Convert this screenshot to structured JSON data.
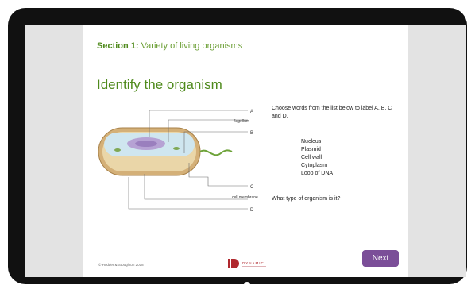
{
  "slide": {
    "section_prefix": "Section 1:",
    "section_title": "Variety of living organisms",
    "heading": "Identify the organism",
    "instructions": "Choose words from the list below to label A, B, C and D.",
    "word_list": [
      "Nucleus",
      "Plasmid",
      "Cell wall",
      "Cytoplasm",
      "Loop of DNA"
    ],
    "question": "What type of organism is it?",
    "copyright": "© Hodder & Stoughton 2018",
    "logo_text": "DYNAMIC",
    "next_label": "Next"
  },
  "diagram": {
    "labels": {
      "a": "A",
      "flagellum": "flagellum",
      "b": "B",
      "c": "C",
      "cell_membrane": "cell membrane",
      "d": "D"
    }
  },
  "colors": {
    "accent_green": "#4f8a1c",
    "next_button": "#7b4e98",
    "bezel": "#111111"
  },
  "icons": {
    "home": "home-button-icon",
    "logo": "publisher-logo-icon"
  }
}
